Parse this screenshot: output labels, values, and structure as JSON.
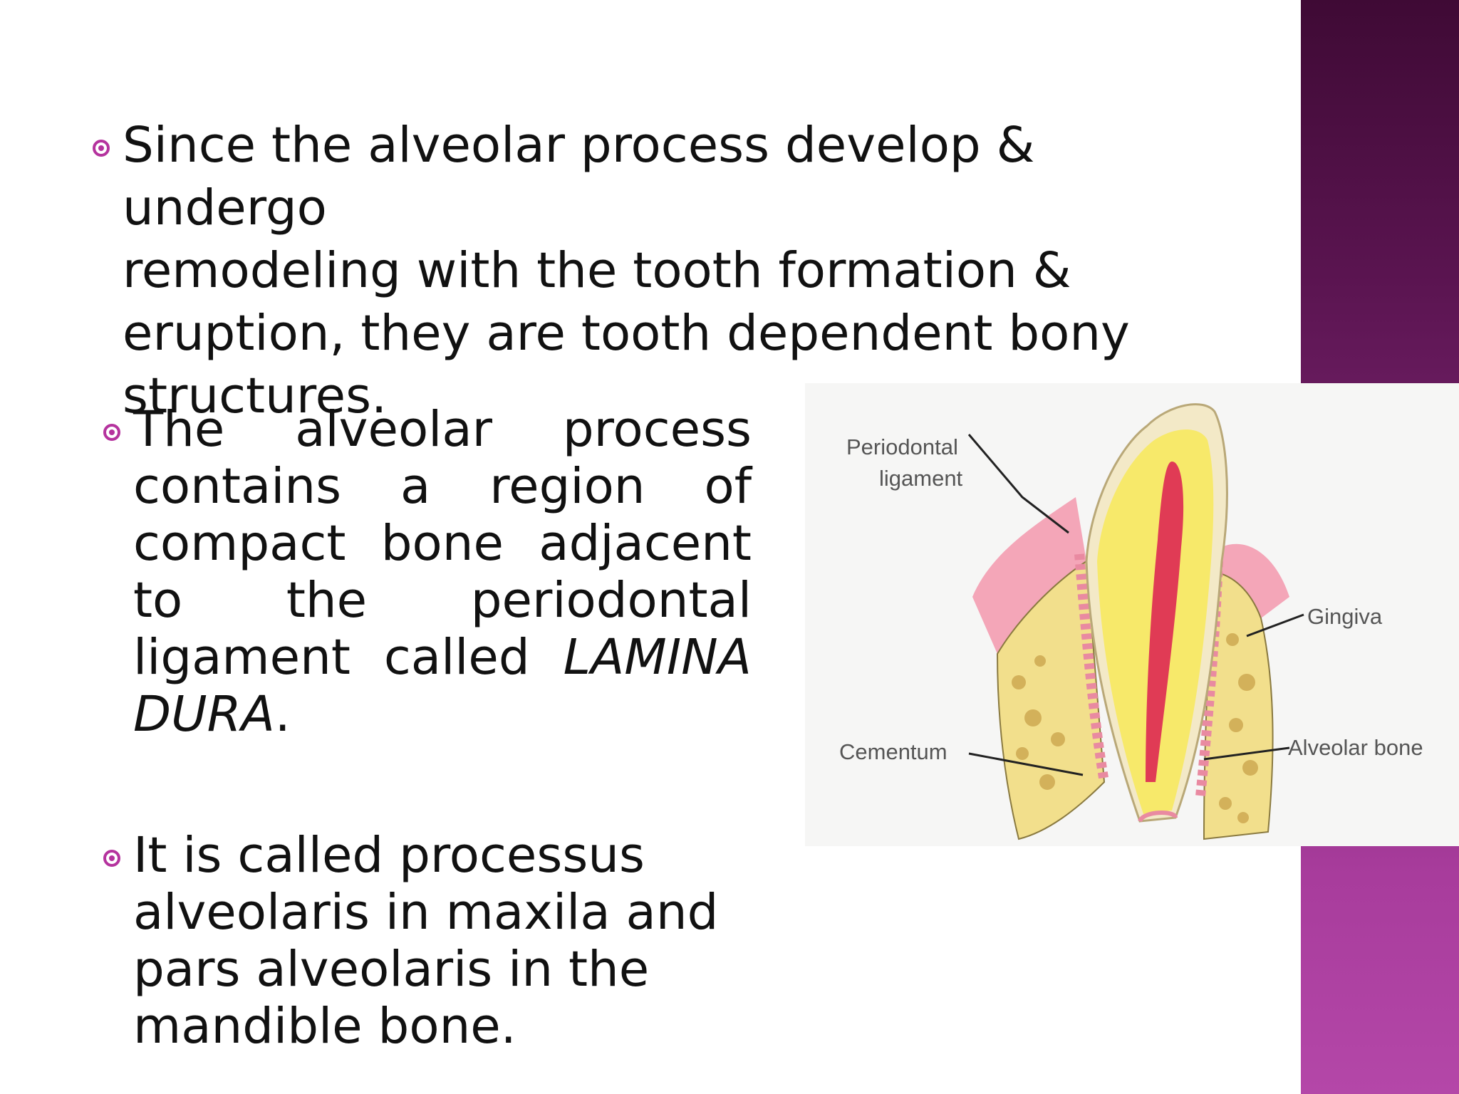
{
  "slide": {
    "bullet1": {
      "lines": [
        "Since the alveolar process develop & undergo",
        "remodeling with the tooth formation &",
        "eruption, they are tooth dependent bony",
        "structures."
      ]
    },
    "bullet2": {
      "lines": [
        "The alveolar process",
        "contains a region of",
        "compact bone adjacent",
        "to the periodontal"
      ],
      "line5_prefix": "ligament called",
      "line5_emphasis": "LAMINA",
      "line6_emphasis": "DURA",
      "line6_suffix": "."
    },
    "bullet3": {
      "lines": [
        "It is called processus",
        "alveolaris in maxila and",
        "pars alveolaris in the",
        "mandible bone."
      ]
    },
    "figure": {
      "labels": {
        "periodontal_1": "Periodontal",
        "periodontal_2": "ligament",
        "gingiva": "Gingiva",
        "cementum": "Cementum",
        "alveolar_bone": "Alveolar bone"
      }
    },
    "colors": {
      "accent": "#b5339e",
      "sidebar_top": "#3f0a35",
      "sidebar_bottom": "#b447a8"
    },
    "icons": {
      "bullet": "circled-dot-icon"
    }
  }
}
